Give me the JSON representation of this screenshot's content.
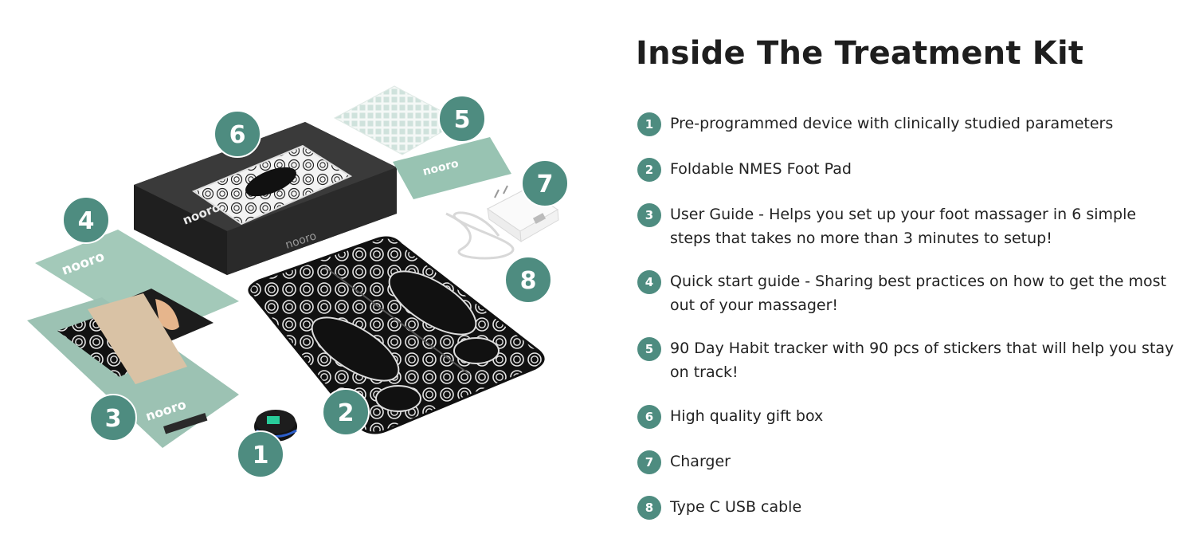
{
  "heading": "Inside The Treatment Kit",
  "brand_color": "#4e8c80",
  "box_brand": "nooro",
  "items": [
    {
      "number": "1",
      "text": "Pre-programmed device with clinically studied parameters"
    },
    {
      "number": "2",
      "text": "Foldable NMES Foot Pad"
    },
    {
      "number": "3",
      "text": "User Guide - Helps you set up your foot massager in 6 simple steps that takes no more than 3 minutes to setup!"
    },
    {
      "number": "4",
      "text": "Quick start guide - Sharing best practices on how to get the most out of your massager!"
    },
    {
      "number": "5",
      "text": "90 Day Habit tracker with 90 pcs of stickers that will help you stay on track!"
    },
    {
      "number": "6",
      "text": "High quality gift box"
    },
    {
      "number": "7",
      "text": "Charger"
    },
    {
      "number": "8",
      "text": "Type C USB cable"
    }
  ],
  "illustration": {
    "badges": [
      "1",
      "2",
      "3",
      "4",
      "5",
      "6",
      "7",
      "8"
    ],
    "box_lid_brand": "nooro",
    "guide_label": "nooro",
    "quick_start_label": "nooro",
    "tracker_label": "nooro"
  }
}
